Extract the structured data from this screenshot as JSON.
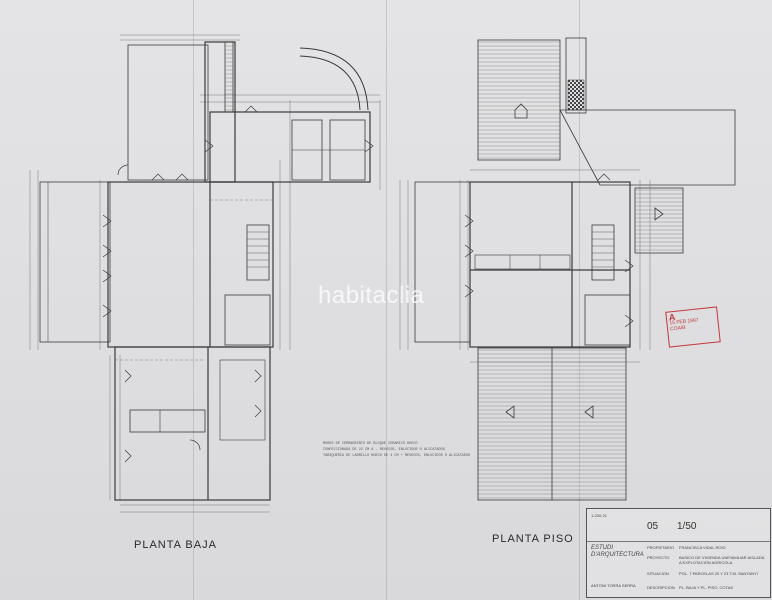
{
  "labels": {
    "ground_floor": "PLANTA BAJA",
    "upper_floor": "PLANTA PISO"
  },
  "watermark": "habitaclia",
  "notes": [
    "MUROS DE CERRAMIENTO DE BLOQUE CERAMICO HUECO",
    "CONFECCIONADA DE 22 CM A - REVOCOS, ENLUCIDOS O ALICATADOS",
    "TABIQUERIA DE LADRILLO HUECO DE 4 CM + REVOCOS, ENLUCIDOS O ALICATADOS"
  ],
  "title_block": {
    "plan_no": "05",
    "scale": "1/50",
    "studio_line1": "ESTUDI",
    "studio_line2": "D'ARQUITECTURA",
    "studio_name": "ANTONI TORRA SERRA",
    "fields": [
      {
        "key": "PROPIETARIO",
        "value": "FRANCISCA VIDAL ROIG"
      },
      {
        "key": "PROYECTO",
        "value": "BASICO DE VIVIENDA UNIFAMILIAR AISLADA A EXPLOTACION AGRICOLA"
      },
      {
        "key": "SITUACION",
        "value": "POL. 7 PARCELAS 20 Y 23 T.M. SANTANYI"
      },
      {
        "key": "DESCRIPCION",
        "value": "PL. BAJA Y PL. PISO. COTAS"
      }
    ],
    "date": "1-200-21"
  },
  "stamp": {
    "logo": "A",
    "line1": "15 FEB 1997",
    "line2": "COAIB"
  }
}
